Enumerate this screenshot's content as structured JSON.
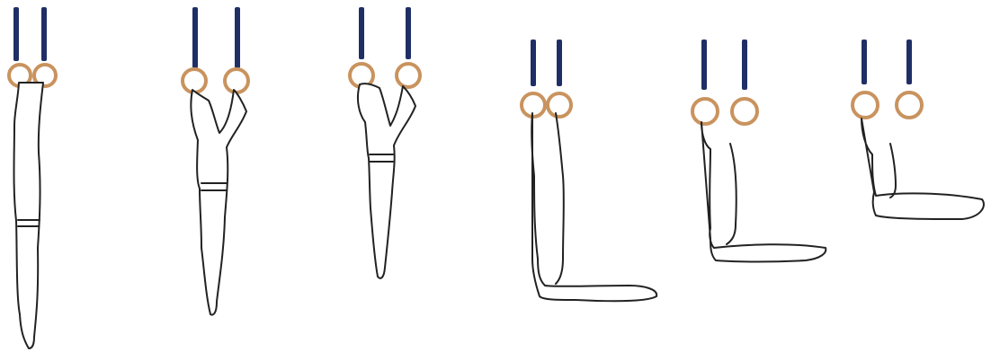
{
  "header": {
    "text": ""
  },
  "colors": {
    "strap": "#1f2f66",
    "ring": "#c9935e",
    "ring_inner": "#f1d8b2",
    "buckle": "#d9a77a",
    "body_line": "#222222",
    "body_fill": "#ffffff"
  },
  "figures": [
    {
      "pose": "straight-hang"
    },
    {
      "pose": "arms-bent"
    },
    {
      "pose": "arms-bent"
    },
    {
      "pose": "l-sit"
    },
    {
      "pose": "l-sit"
    },
    {
      "pose": "l-sit"
    }
  ]
}
